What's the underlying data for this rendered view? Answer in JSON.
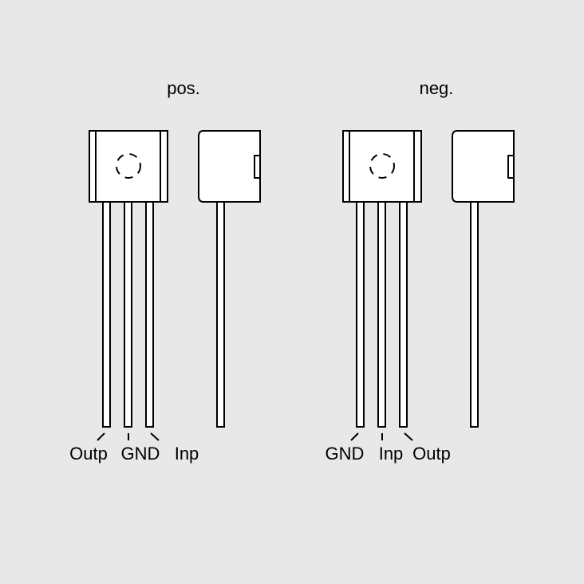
{
  "variants": [
    {
      "title": "pos.",
      "pins": [
        "Outp",
        "GND",
        "Inp"
      ]
    },
    {
      "title": "neg.",
      "pins": [
        "GND",
        "Inp",
        "Outp"
      ]
    }
  ]
}
